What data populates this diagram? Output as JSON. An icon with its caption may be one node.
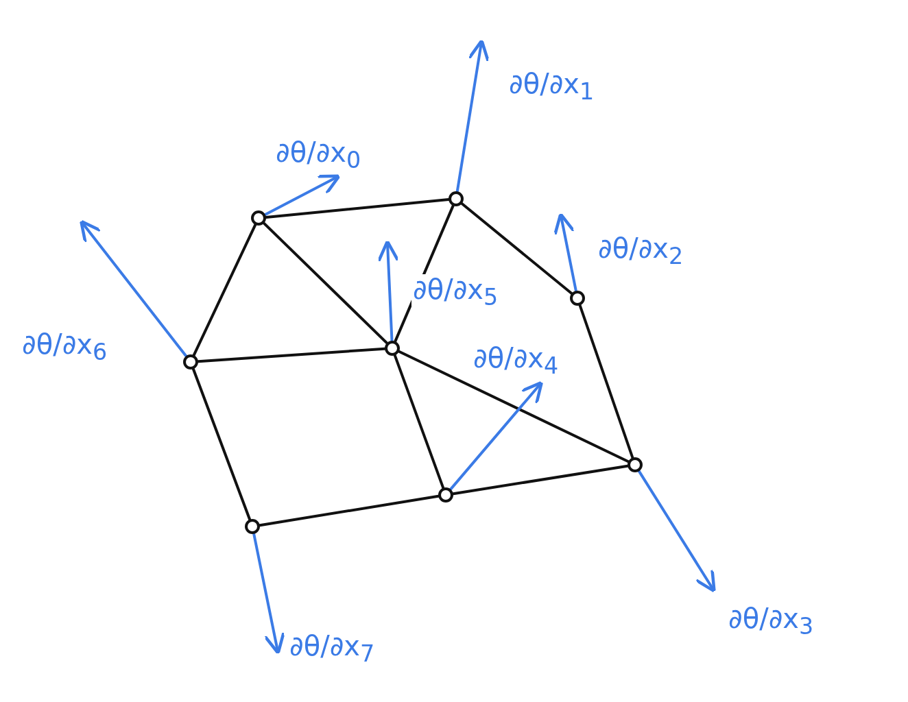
{
  "diagram": {
    "nodes": [
      {
        "text": [],
        "shape": "circle"
      },
      {
        "text": [],
        "shape": "circle"
      },
      {
        "text": [],
        "shape": "circle"
      },
      {
        "text": [],
        "shape": "circle"
      },
      {
        "text": [],
        "shape": "circle"
      },
      {
        "text": [],
        "shape": "circle"
      },
      {
        "text": [],
        "shape": "circle"
      },
      {
        "text": [],
        "shape": "circle"
      }
    ],
    "edges": [
      {
        "from": 0,
        "to": 1,
        "arrow": "none"
      },
      {
        "from": 0,
        "to": 6,
        "arrow": "none"
      },
      {
        "from": 0,
        "to": 5,
        "arrow": "none"
      },
      {
        "from": 1,
        "to": 5,
        "arrow": "none"
      },
      {
        "from": 1,
        "to": 2,
        "arrow": "none"
      },
      {
        "from": 2,
        "to": 3,
        "arrow": "none"
      },
      {
        "from": 5,
        "to": 3,
        "arrow": "none"
      },
      {
        "from": 5,
        "to": 4,
        "arrow": "none"
      },
      {
        "from": 6,
        "to": 5,
        "arrow": "none"
      },
      {
        "from": 6,
        "to": 7,
        "arrow": "none"
      },
      {
        "from": 7,
        "to": 4,
        "arrow": "none"
      },
      {
        "from": 4,
        "to": 3,
        "arrow": "none"
      },
      {
        "from": 0,
        "to": null,
        "arrow": "to",
        "color": "#3b7be6",
        "label": "∂θ/∂x$_{0}$"
      },
      {
        "from": 1,
        "to": null,
        "arrow": "to",
        "color": "#3b7be6",
        "label": "∂θ/∂x$_{1}$"
      },
      {
        "from": 2,
        "to": null,
        "arrow": "to",
        "color": "#3b7be6",
        "label": "∂θ/∂x$_{2}$"
      },
      {
        "from": 3,
        "to": null,
        "arrow": "to",
        "color": "#3b7be6",
        "label": "∂θ/∂x$_{3}$"
      },
      {
        "from": 4,
        "to": null,
        "arrow": "to",
        "color": "#3b7be6",
        "label": "∂θ/∂x$_{4}$"
      },
      {
        "from": 5,
        "to": null,
        "arrow": "to",
        "color": "#3b7be6",
        "label": "∂θ/∂x$_{5}$"
      },
      {
        "from": 6,
        "to": null,
        "arrow": "to",
        "color": "#3b7be6",
        "label": "∂θ/∂x$_{6}$"
      },
      {
        "from": 7,
        "to": null,
        "arrow": "to",
        "color": "#3b7be6",
        "label": "∂θ/∂x$_{7}$"
      }
    ]
  }
}
